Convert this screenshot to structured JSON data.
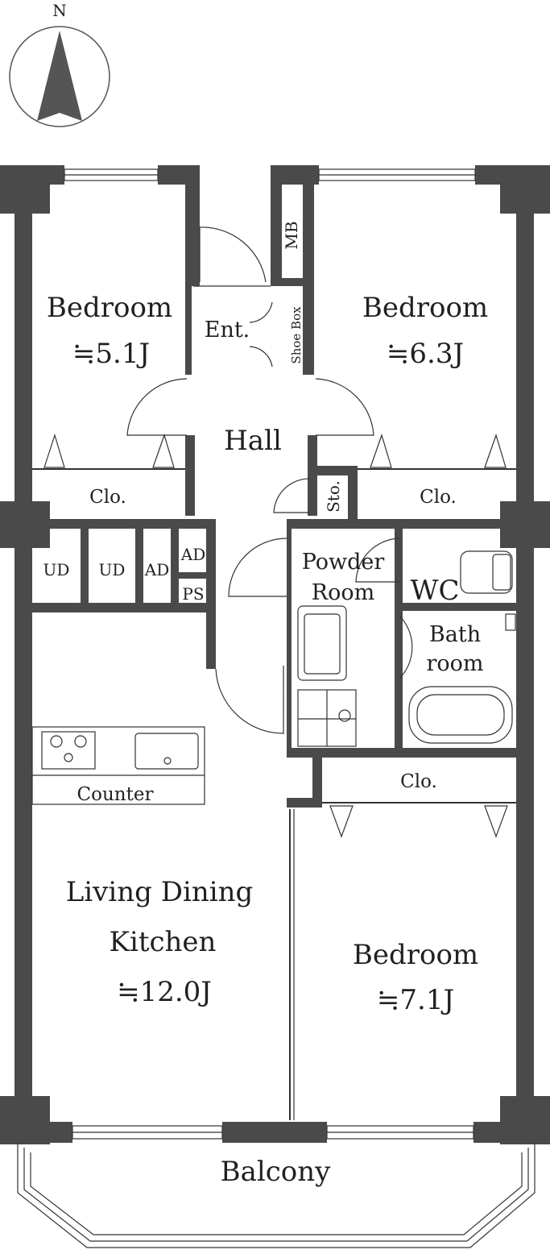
{
  "compass": {
    "label": "N",
    "icon": "north-arrow-icon"
  },
  "rooms": {
    "bedroom_nw": {
      "name": "Bedroom",
      "size": "≒5.1J"
    },
    "bedroom_ne": {
      "name": "Bedroom",
      "size": "≒6.3J"
    },
    "bedroom_s": {
      "name": "Bedroom",
      "size": "≒7.1J"
    },
    "entrance": "Ent.",
    "hall": "Hall",
    "mb": "MB",
    "shoe_box": "Shoe Box",
    "storage": "Sto.",
    "closet_w": "Clo.",
    "closet_e": "Clo.",
    "closet_s": "Clo.",
    "ud1": "UD",
    "ud2": "UD",
    "ad1": "AD",
    "ad2": "AD",
    "ps": "PS",
    "powder_room_line1": "Powder",
    "powder_room_line2": "Room",
    "wc": "WC",
    "bathroom_line1": "Bath",
    "bathroom_line2": "room",
    "counter": "Counter",
    "ldk_line1": "Living Dining",
    "ldk_line2": "Kitchen",
    "ldk_size": "≒12.0J",
    "balcony": "Balcony"
  },
  "colors": {
    "wall": "#4a4a4a",
    "line": "#333333",
    "background": "#ffffff"
  }
}
